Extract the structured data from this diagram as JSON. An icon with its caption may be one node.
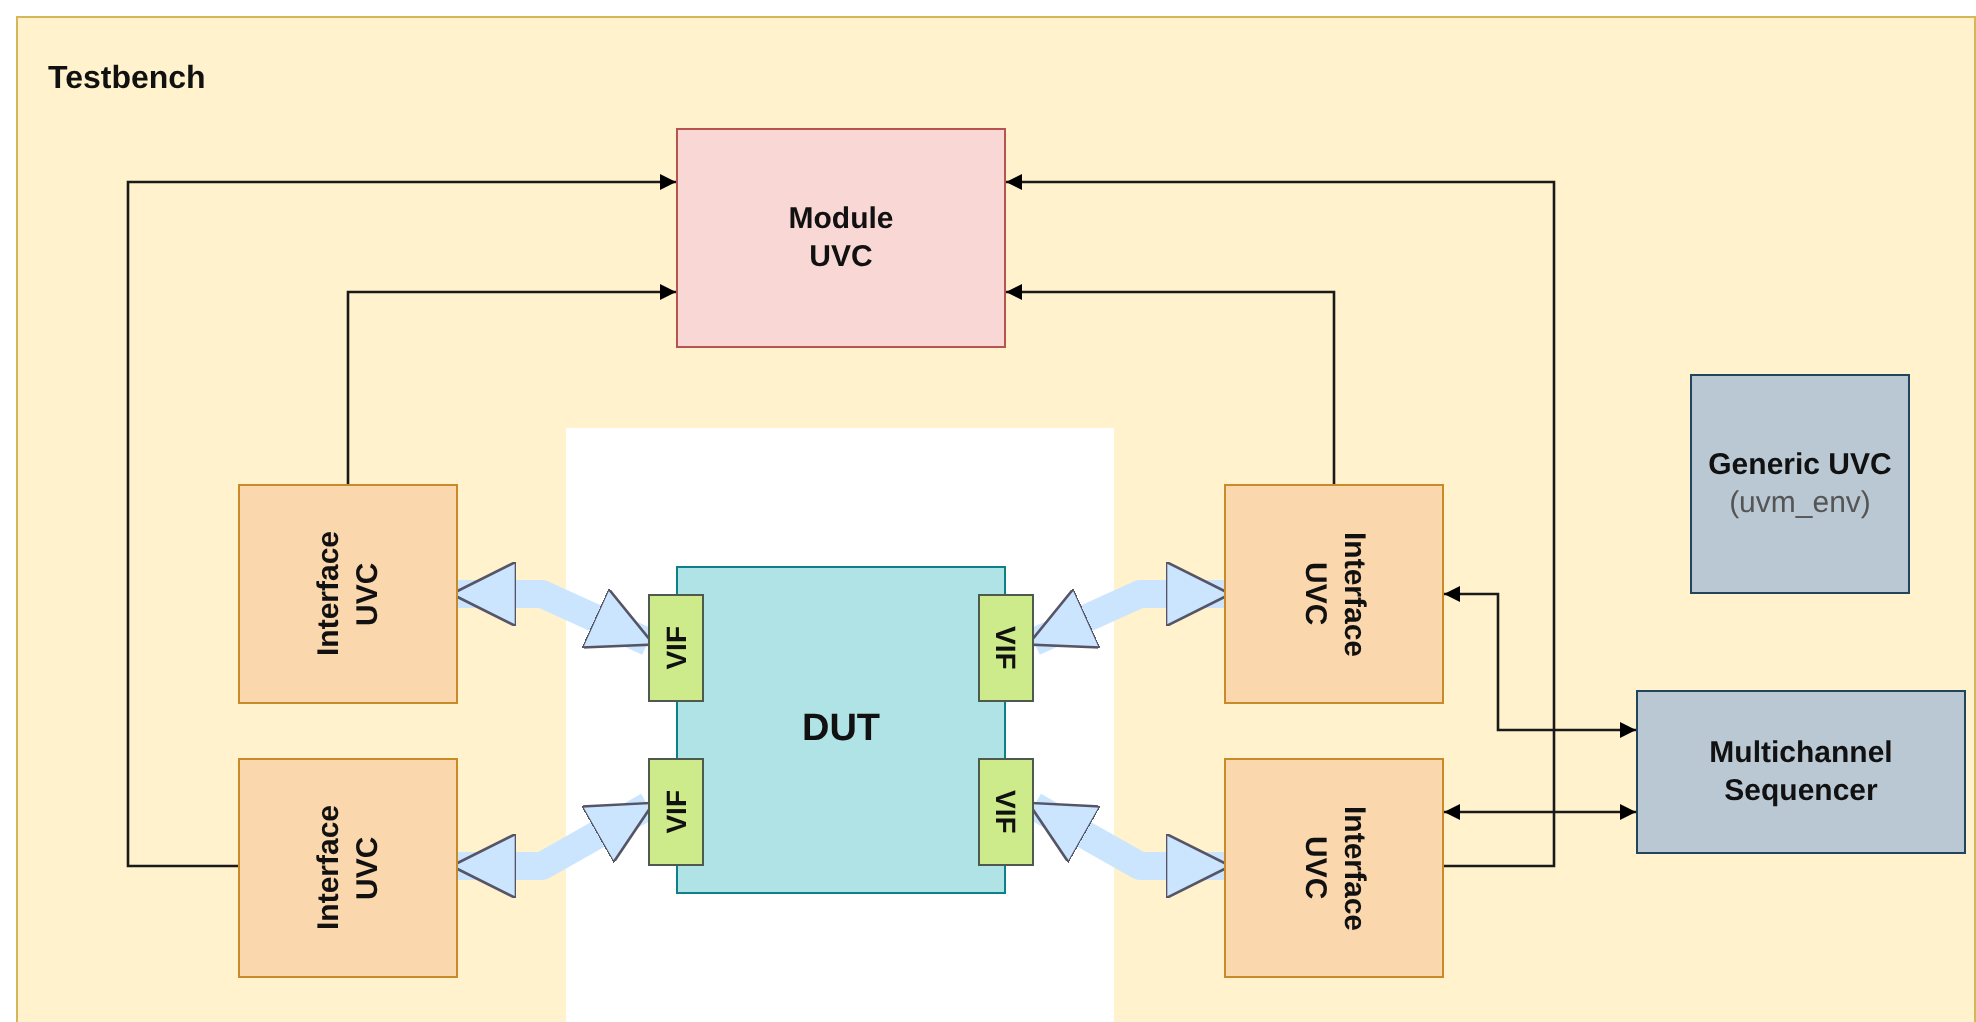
{
  "diagram": {
    "nodes": [
      {
        "text": [
          "Testbench"
        ]
      },
      {
        "text": [
          "Module UVC"
        ],
        "in": 0
      },
      {
        "text": [
          "Generic UVC",
          "(uvm_env)"
        ],
        "in": 0
      },
      {
        "text": [
          "Interface UVC"
        ],
        "in": 0
      },
      {
        "text": [
          "VIF"
        ],
        "in": 0
      },
      {
        "text": [
          "DUT"
        ],
        "in": 0
      },
      {
        "text": [
          "VIF"
        ],
        "in": 0
      },
      {
        "text": [
          "Interface UVC"
        ],
        "in": 0
      },
      {
        "text": [
          "Multichannel Sequencer"
        ],
        "in": 0
      },
      {
        "text": [
          "Interface UVC"
        ],
        "in": 0
      },
      {
        "text": [
          "VIF"
        ],
        "in": 0
      },
      {
        "text": [
          "VIF"
        ],
        "in": 0
      },
      {
        "text": [
          "Interface UVC"
        ],
        "in": 0
      }
    ],
    "edges": [
      {
        "from": 9,
        "to": 1,
        "arrow": "to"
      },
      {
        "from": 3,
        "to": 1,
        "arrow": "to"
      },
      {
        "from": 7,
        "to": 1,
        "arrow": "to"
      },
      {
        "from": 12,
        "to": 1,
        "arrow": "to"
      },
      {
        "from": 8,
        "to": 7,
        "arrow": "both"
      },
      {
        "from": 8,
        "to": 12,
        "arrow": "both"
      },
      {
        "from": 3,
        "to": 4,
        "arrow": "both",
        "style": "thick",
        "color": "#cce5ff"
      },
      {
        "from": 9,
        "to": 10,
        "arrow": "both",
        "style": "thick",
        "color": "#cce5ff"
      },
      {
        "from": 7,
        "to": 6,
        "arrow": "both",
        "style": "thick",
        "color": "#cce5ff"
      },
      {
        "from": 12,
        "to": 11,
        "arrow": "both",
        "style": "thick",
        "color": "#cce5ff"
      }
    ]
  }
}
